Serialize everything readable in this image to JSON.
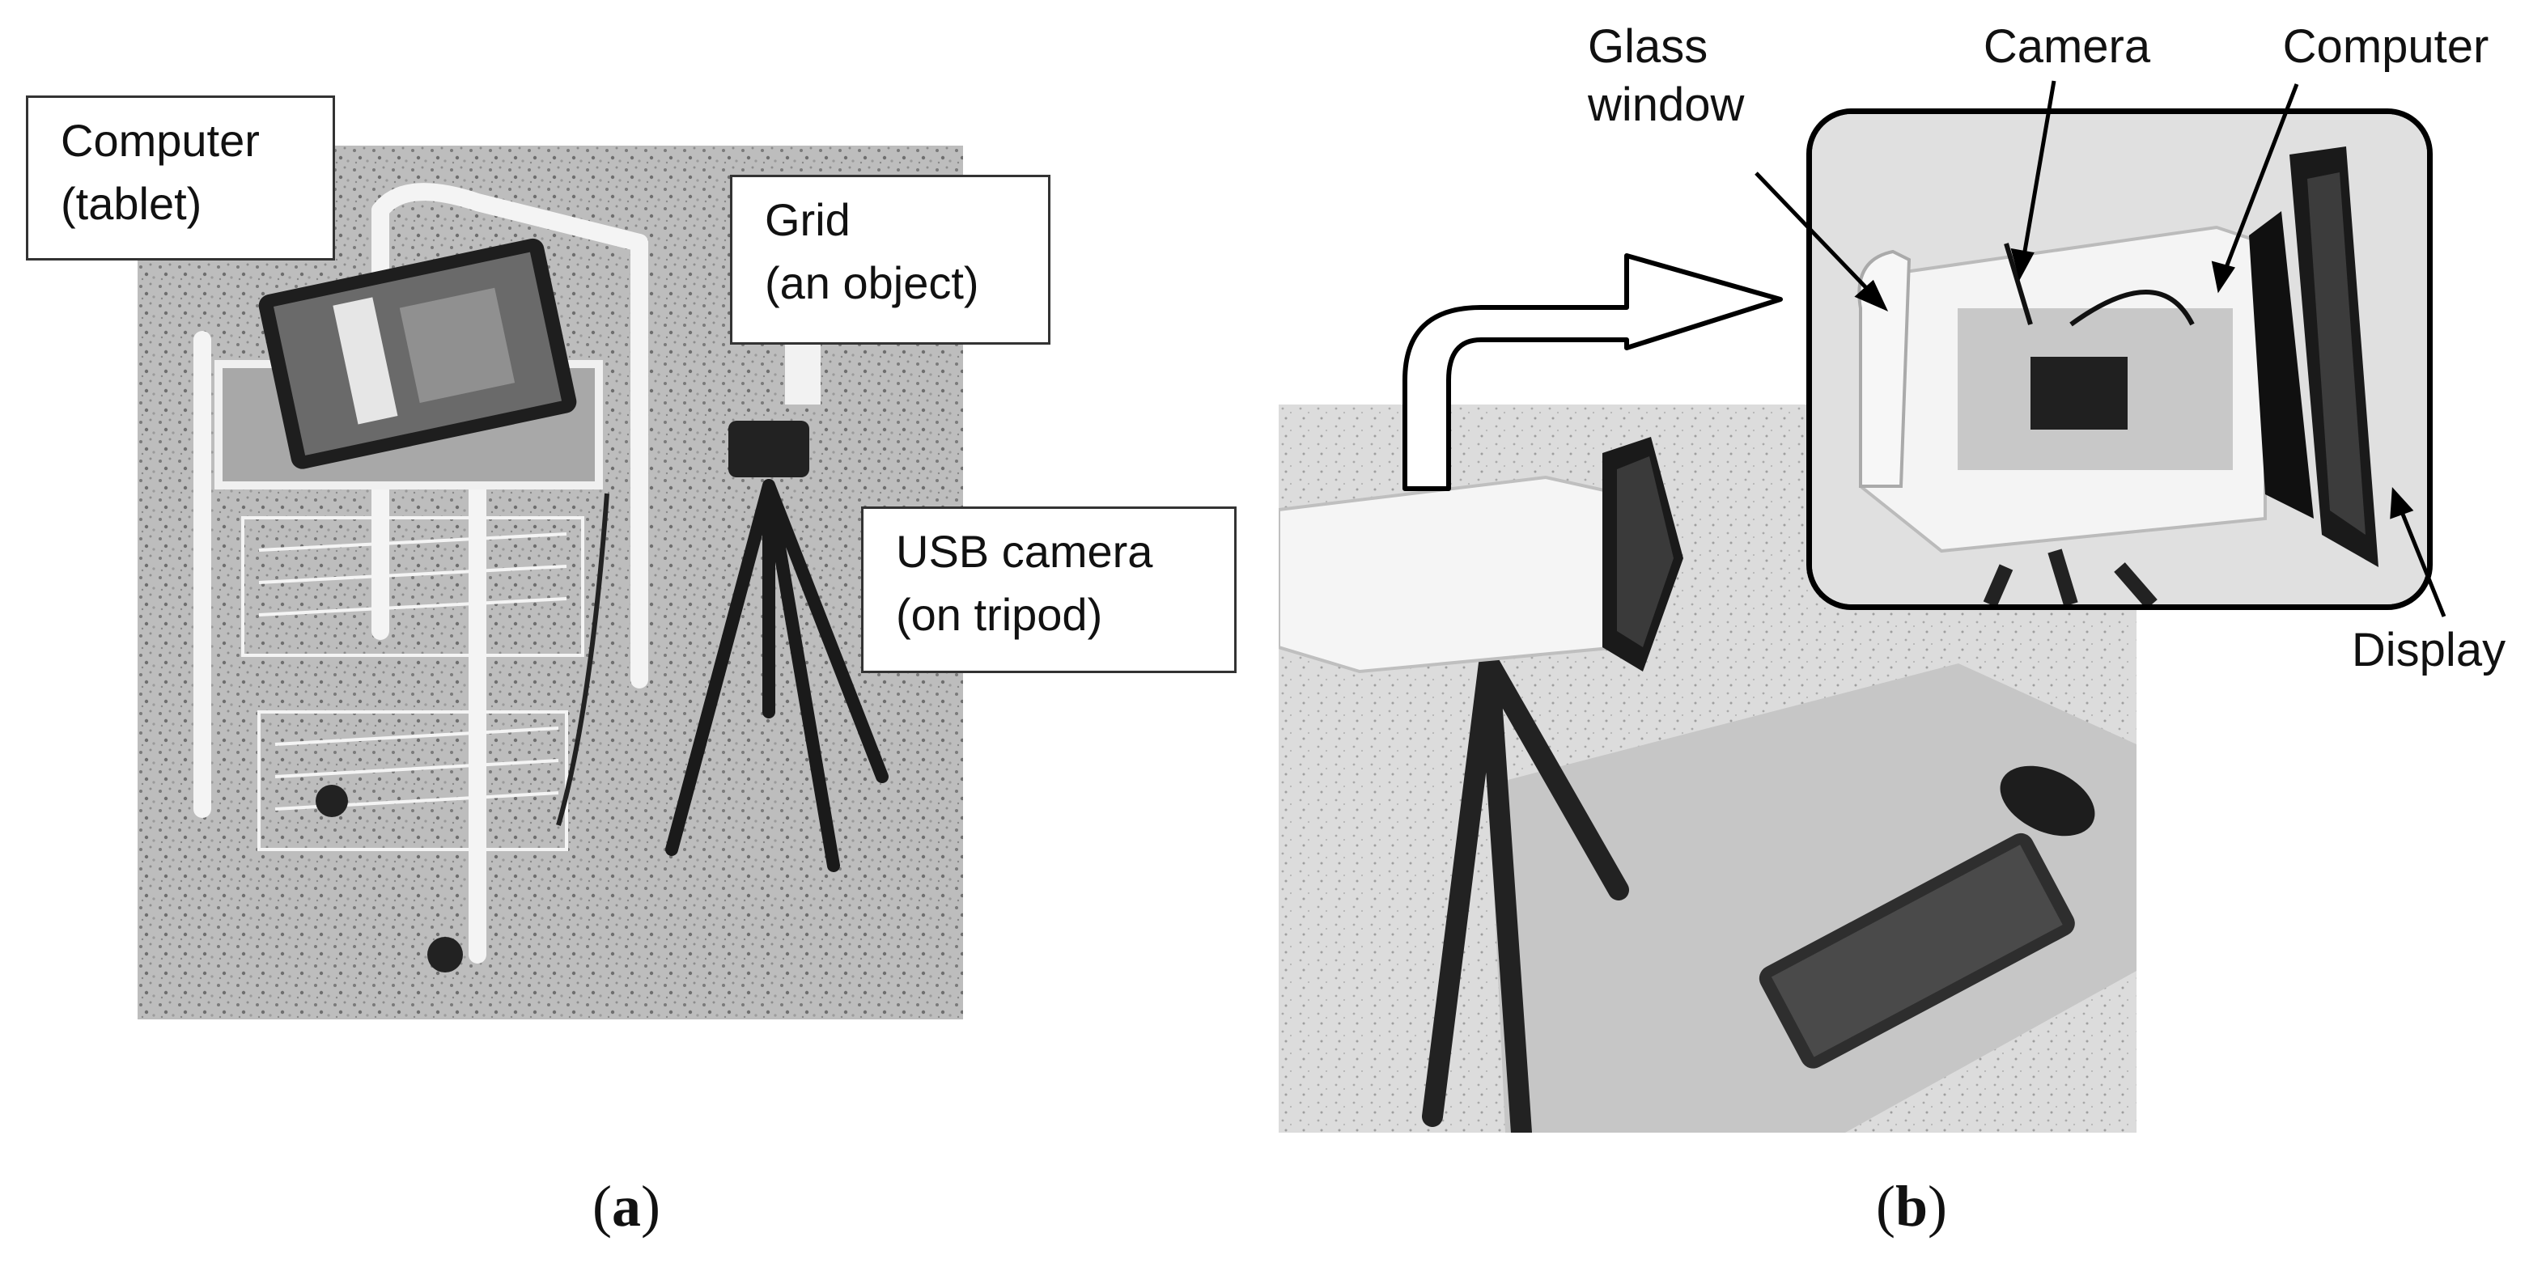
{
  "panel_a": {
    "labels": {
      "computer": "Computer\n(tablet)",
      "grid": "Grid\n(an object)",
      "usb_camera": "USB camera\n(on tripod)"
    },
    "caption_open": "(",
    "caption_letter": "a",
    "caption_close": ")"
  },
  "panel_b": {
    "labels": {
      "glass_window": "Glass\nwindow",
      "camera": "Camera",
      "computer": "Computer",
      "display": "Display"
    },
    "caption_open": "(",
    "caption_letter": "b",
    "caption_close": ")"
  }
}
